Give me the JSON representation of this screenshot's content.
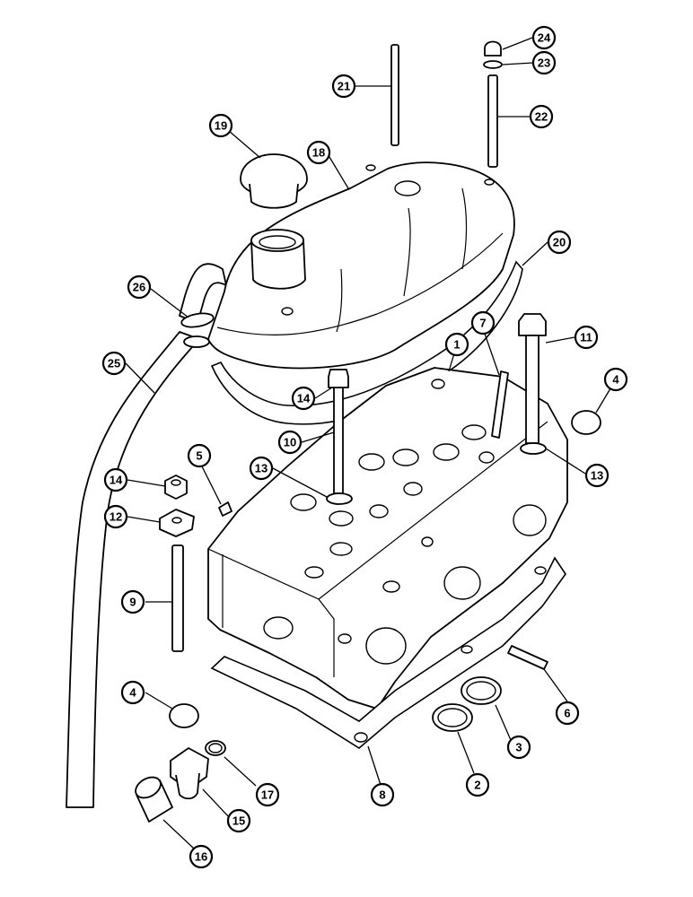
{
  "diagram": {
    "callouts": [
      {
        "id": "c24",
        "label": "24"
      },
      {
        "id": "c23",
        "label": "23"
      },
      {
        "id": "c21",
        "label": "21"
      },
      {
        "id": "c22",
        "label": "22"
      },
      {
        "id": "c19",
        "label": "19"
      },
      {
        "id": "c18",
        "label": "18"
      },
      {
        "id": "c20",
        "label": "20"
      },
      {
        "id": "c26",
        "label": "26"
      },
      {
        "id": "c25",
        "label": "25"
      },
      {
        "id": "c7",
        "label": "7"
      },
      {
        "id": "c1",
        "label": "1"
      },
      {
        "id": "c11",
        "label": "11"
      },
      {
        "id": "c4a",
        "label": "4"
      },
      {
        "id": "c14a",
        "label": "14"
      },
      {
        "id": "c10",
        "label": "10"
      },
      {
        "id": "c5",
        "label": "5"
      },
      {
        "id": "c14b",
        "label": "14"
      },
      {
        "id": "c13a",
        "label": "13"
      },
      {
        "id": "c13b",
        "label": "13"
      },
      {
        "id": "c12",
        "label": "12"
      },
      {
        "id": "c9",
        "label": "9"
      },
      {
        "id": "c4b",
        "label": "4"
      },
      {
        "id": "c6",
        "label": "6"
      },
      {
        "id": "c3",
        "label": "3"
      },
      {
        "id": "c2",
        "label": "2"
      },
      {
        "id": "c8",
        "label": "8"
      },
      {
        "id": "c17",
        "label": "17"
      },
      {
        "id": "c15",
        "label": "15"
      },
      {
        "id": "c16",
        "label": "16"
      }
    ]
  }
}
